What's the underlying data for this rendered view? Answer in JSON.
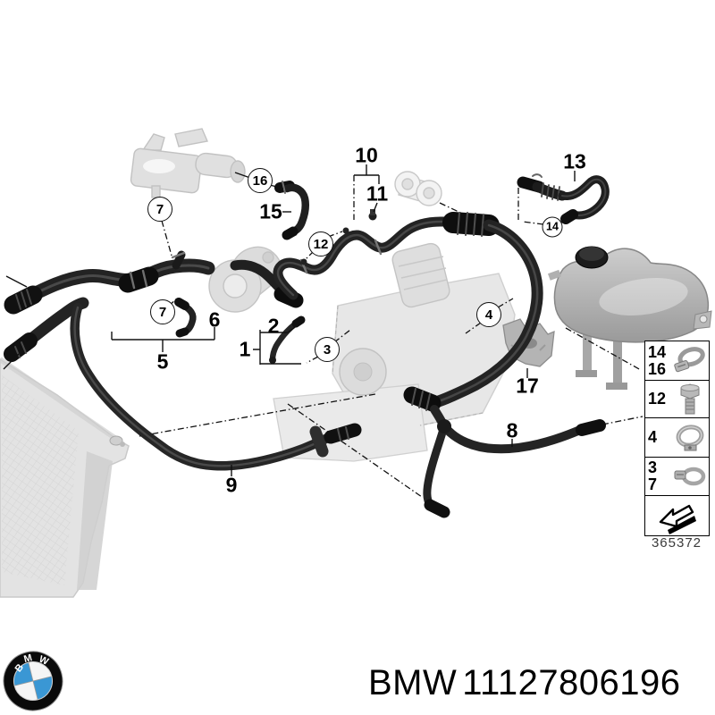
{
  "page": {
    "kind": "parts-diagram",
    "background": "#ffffff"
  },
  "callouts": {
    "n16": "16",
    "n15": "15",
    "n7a": "7",
    "n7b": "7",
    "n6": "6",
    "n5": "5",
    "n10": "10",
    "n11": "11",
    "n12": "12",
    "n2": "2",
    "n1": "1",
    "n3": "3",
    "n4": "4",
    "n13": "13",
    "n14": "14",
    "n17": "17",
    "n8": "8",
    "n9": "9"
  },
  "legend": {
    "rows": [
      {
        "refs": [
          "14",
          "16"
        ],
        "icon": "hose-clamp-large-icon"
      },
      {
        "refs": [
          "12"
        ],
        "icon": "flange-bolt-icon"
      },
      {
        "refs": [
          "4"
        ],
        "icon": "profile-clamp-icon"
      },
      {
        "refs": [
          "3",
          "7"
        ],
        "icon": "hose-clamp-small-icon"
      },
      {
        "refs": [],
        "icon": "direction-arrow-icon"
      }
    ],
    "diagram_number": "365372"
  },
  "footer": {
    "brand": "BMW",
    "part_number": "11127806196"
  },
  "logo": {
    "letters": [
      "B",
      "M",
      "W"
    ]
  },
  "colors": {
    "bmw_blue": "#3a97d4",
    "hose_black": "#232323",
    "ghost_gray": "#dfdfdf",
    "tank_gray": "#a8a8a8"
  }
}
